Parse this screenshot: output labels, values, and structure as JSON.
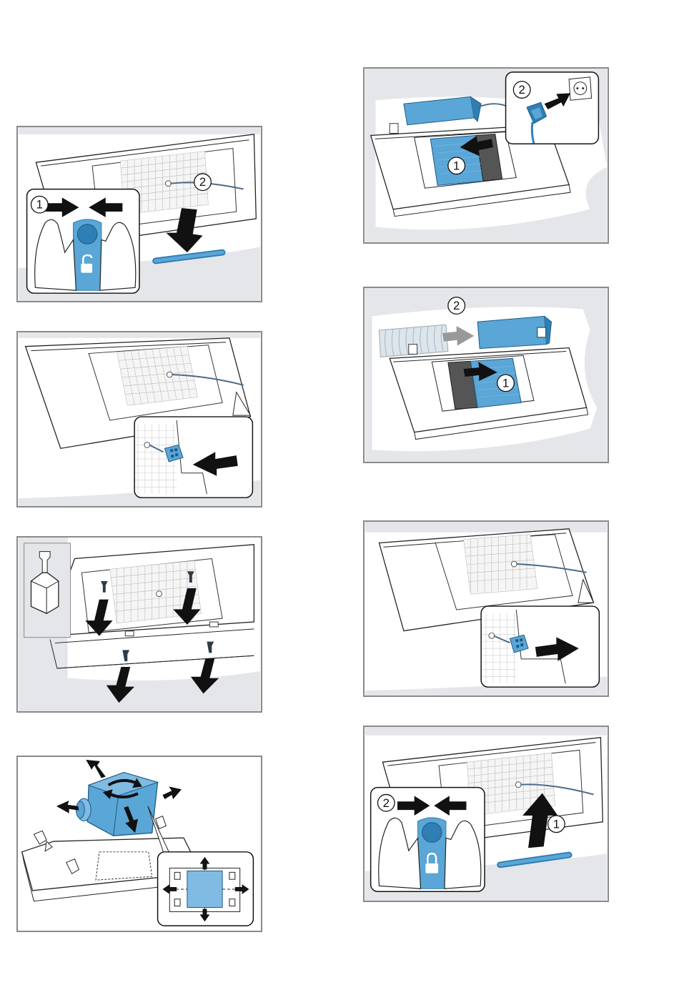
{
  "colors": {
    "accent_blue": "#5aa6d6",
    "dark_blue": "#2f7fb5",
    "panel_border": "#8a8a8a",
    "wall_grey": "#e4e6ea",
    "arrow_black": "#111111"
  },
  "panels": {
    "p1": {
      "step_1": "1",
      "step_2": "2",
      "icon": "unlock-icon"
    },
    "p2": {
      "icon": "connector-icon"
    },
    "p3": {
      "icon": "torx-bit-icon"
    },
    "p4": {
      "icon": "rotate-icon"
    },
    "p5": {
      "step_1": "1",
      "step_2": "2",
      "icon": "power-plug-icon"
    },
    "p6": {
      "step_1": "1",
      "step_2": "2",
      "icon": "duct-hose-icon"
    },
    "p7": {
      "icon": "connector-icon"
    },
    "p8": {
      "step_1": "1",
      "step_2": "2",
      "icon": "lock-icon"
    }
  }
}
